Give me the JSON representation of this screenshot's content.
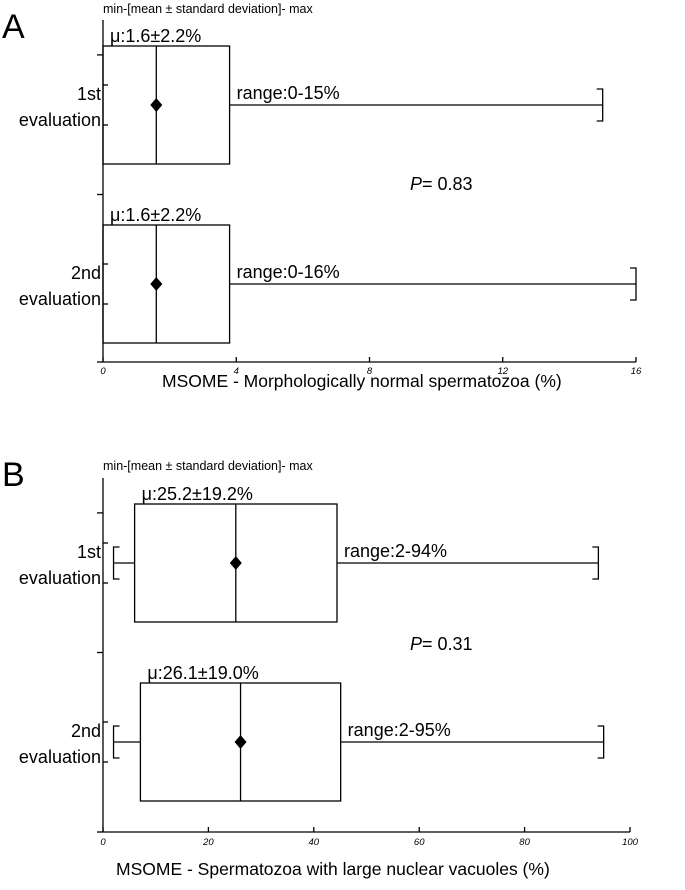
{
  "chart_data": [
    {
      "panel": "A",
      "type": "boxplot",
      "orientation": "horizontal",
      "header_note": "min-[mean ± standard deviation]- max",
      "xlabel": "MSOME - Morphologically normal spermatozoa (%)",
      "xlim": [
        0,
        16
      ],
      "xticks": [
        0,
        4,
        8,
        12,
        16
      ],
      "xtick_labels": [
        "0",
        "4",
        "8",
        "12",
        "16"
      ],
      "p_prefix": "P",
      "p_value": "= 0.83",
      "series": [
        {
          "category_lines": [
            "1st",
            "evaluation"
          ],
          "mean": 1.6,
          "sd": 2.2,
          "min": 0,
          "max": 15,
          "box_low": 0,
          "box_high": 3.8,
          "mean_label": "μ:1.6±2.2%",
          "range_label": "range:0-15%"
        },
        {
          "category_lines": [
            "2nd",
            "evaluation"
          ],
          "mean": 1.6,
          "sd": 2.2,
          "min": 0,
          "max": 16,
          "box_low": 0,
          "box_high": 3.8,
          "mean_label": "μ:1.6±2.2%",
          "range_label": "range:0-16%"
        }
      ]
    },
    {
      "panel": "B",
      "type": "boxplot",
      "orientation": "horizontal",
      "header_note": "min-[mean ± standard deviation]- max",
      "xlabel": "MSOME - Spermatozoa with large nuclear vacuoles (%)",
      "xlim": [
        0,
        100
      ],
      "xticks": [
        0,
        20,
        40,
        60,
        80,
        100
      ],
      "xtick_labels": [
        "0",
        "20",
        "40",
        "60",
        "80",
        "100"
      ],
      "p_prefix": "P",
      "p_value": "= 0.31",
      "series": [
        {
          "category_lines": [
            "1st",
            "evaluation"
          ],
          "mean": 25.2,
          "sd": 19.2,
          "min": 2,
          "max": 94,
          "box_low": 6,
          "box_high": 44.4,
          "mean_label": "μ:25.2±19.2%",
          "range_label": "range:2-94%"
        },
        {
          "category_lines": [
            "2nd",
            "evaluation"
          ],
          "mean": 26.1,
          "sd": 19.0,
          "min": 2,
          "max": 95,
          "box_low": 7.1,
          "box_high": 45.1,
          "mean_label": "μ:26.1±19.0%",
          "range_label": "range:2-95%"
        }
      ]
    }
  ]
}
